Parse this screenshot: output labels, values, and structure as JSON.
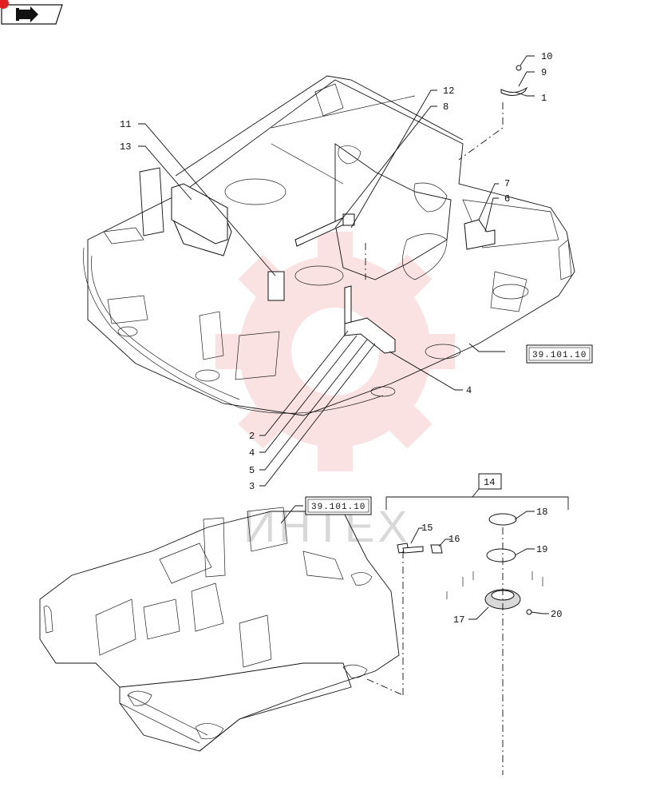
{
  "nav_button": {
    "icon": "back-arrow-icon"
  },
  "watermark": {
    "text": "ИНТЕХ",
    "icon": "gear-logo-icon",
    "color": "#f08080"
  },
  "references": {
    "ref_upper": "39.101.10",
    "ref_lower": "39.101.10"
  },
  "group_box": {
    "label": "14"
  },
  "callouts": {
    "c1": "1",
    "c2": "2",
    "c3": "3",
    "c4a": "4",
    "c4b": "4",
    "c5": "5",
    "c6": "6",
    "c7": "7",
    "c8": "8",
    "c9": "9",
    "c10": "10",
    "c11": "11",
    "c12": "12",
    "c13": "13",
    "c15": "15",
    "c16": "16",
    "c17": "17",
    "c18": "18",
    "c19": "19",
    "c20": "20"
  }
}
